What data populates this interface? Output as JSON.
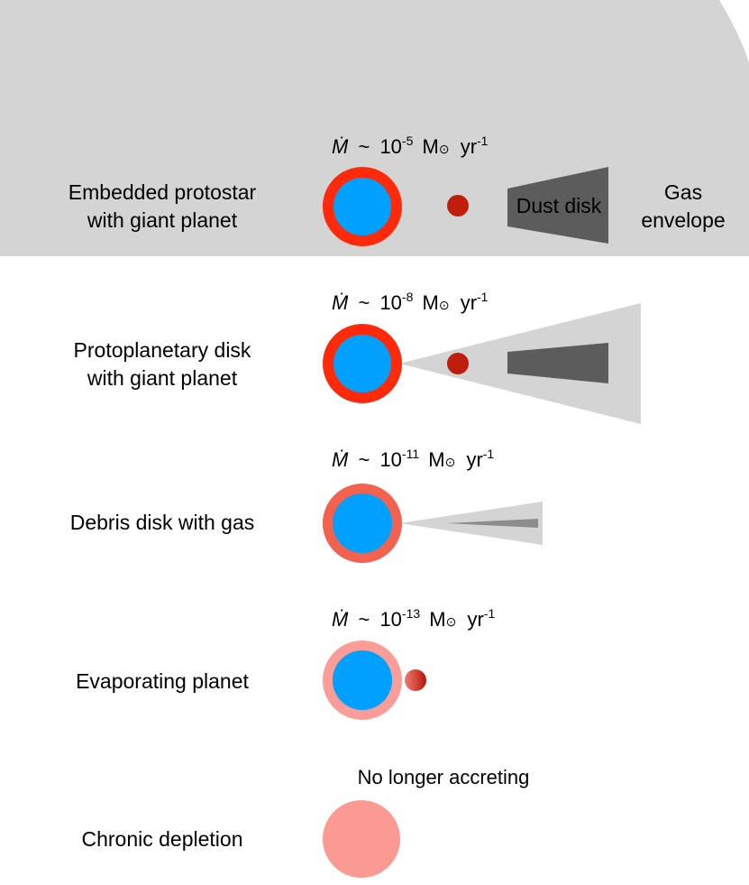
{
  "colors": {
    "envelope": "#d4d4d4",
    "disk_light": "#d4d4d4",
    "dust_dark": "#5c5c5c",
    "star_core": "#00a0ff",
    "ring_strong": "#ff2a0a",
    "ring_medium": "#f2624f",
    "ring_faint": "#fa9d98",
    "depleted_star": "#fa9a93",
    "planet": "#c01e0c"
  },
  "stages": [
    {
      "label_line1": "Embedded protostar",
      "label_line2": "with giant planet",
      "mdot_symbol": "Ṁ",
      "approx": "~",
      "base": "10",
      "exponent": "-5",
      "mass_unit": "M",
      "sun_symbol": "⊙",
      "time_unit": "yr",
      "time_exponent": "-1",
      "dust_disk_label": "Dust disk",
      "envelope_label_line1": "Gas",
      "envelope_label_line2": "envelope"
    },
    {
      "label_line1": "Protoplanetary disk",
      "label_line2": "with giant planet",
      "mdot_symbol": "Ṁ",
      "approx": "~",
      "base": "10",
      "exponent": "-8",
      "mass_unit": "M",
      "sun_symbol": "⊙",
      "time_unit": "yr",
      "time_exponent": "-1"
    },
    {
      "label": "Debris disk with gas",
      "mdot_symbol": "Ṁ",
      "approx": "~",
      "base": "10",
      "exponent": "-11",
      "mass_unit": "M",
      "sun_symbol": "⊙",
      "time_unit": "yr",
      "time_exponent": "-1"
    },
    {
      "label": "Evaporating planet",
      "mdot_symbol": "Ṁ",
      "approx": "~",
      "base": "10",
      "exponent": "-13",
      "mass_unit": "M",
      "sun_symbol": "⊙",
      "time_unit": "yr",
      "time_exponent": "-1"
    },
    {
      "label": "Chronic depletion",
      "status": "No longer accreting"
    }
  ]
}
